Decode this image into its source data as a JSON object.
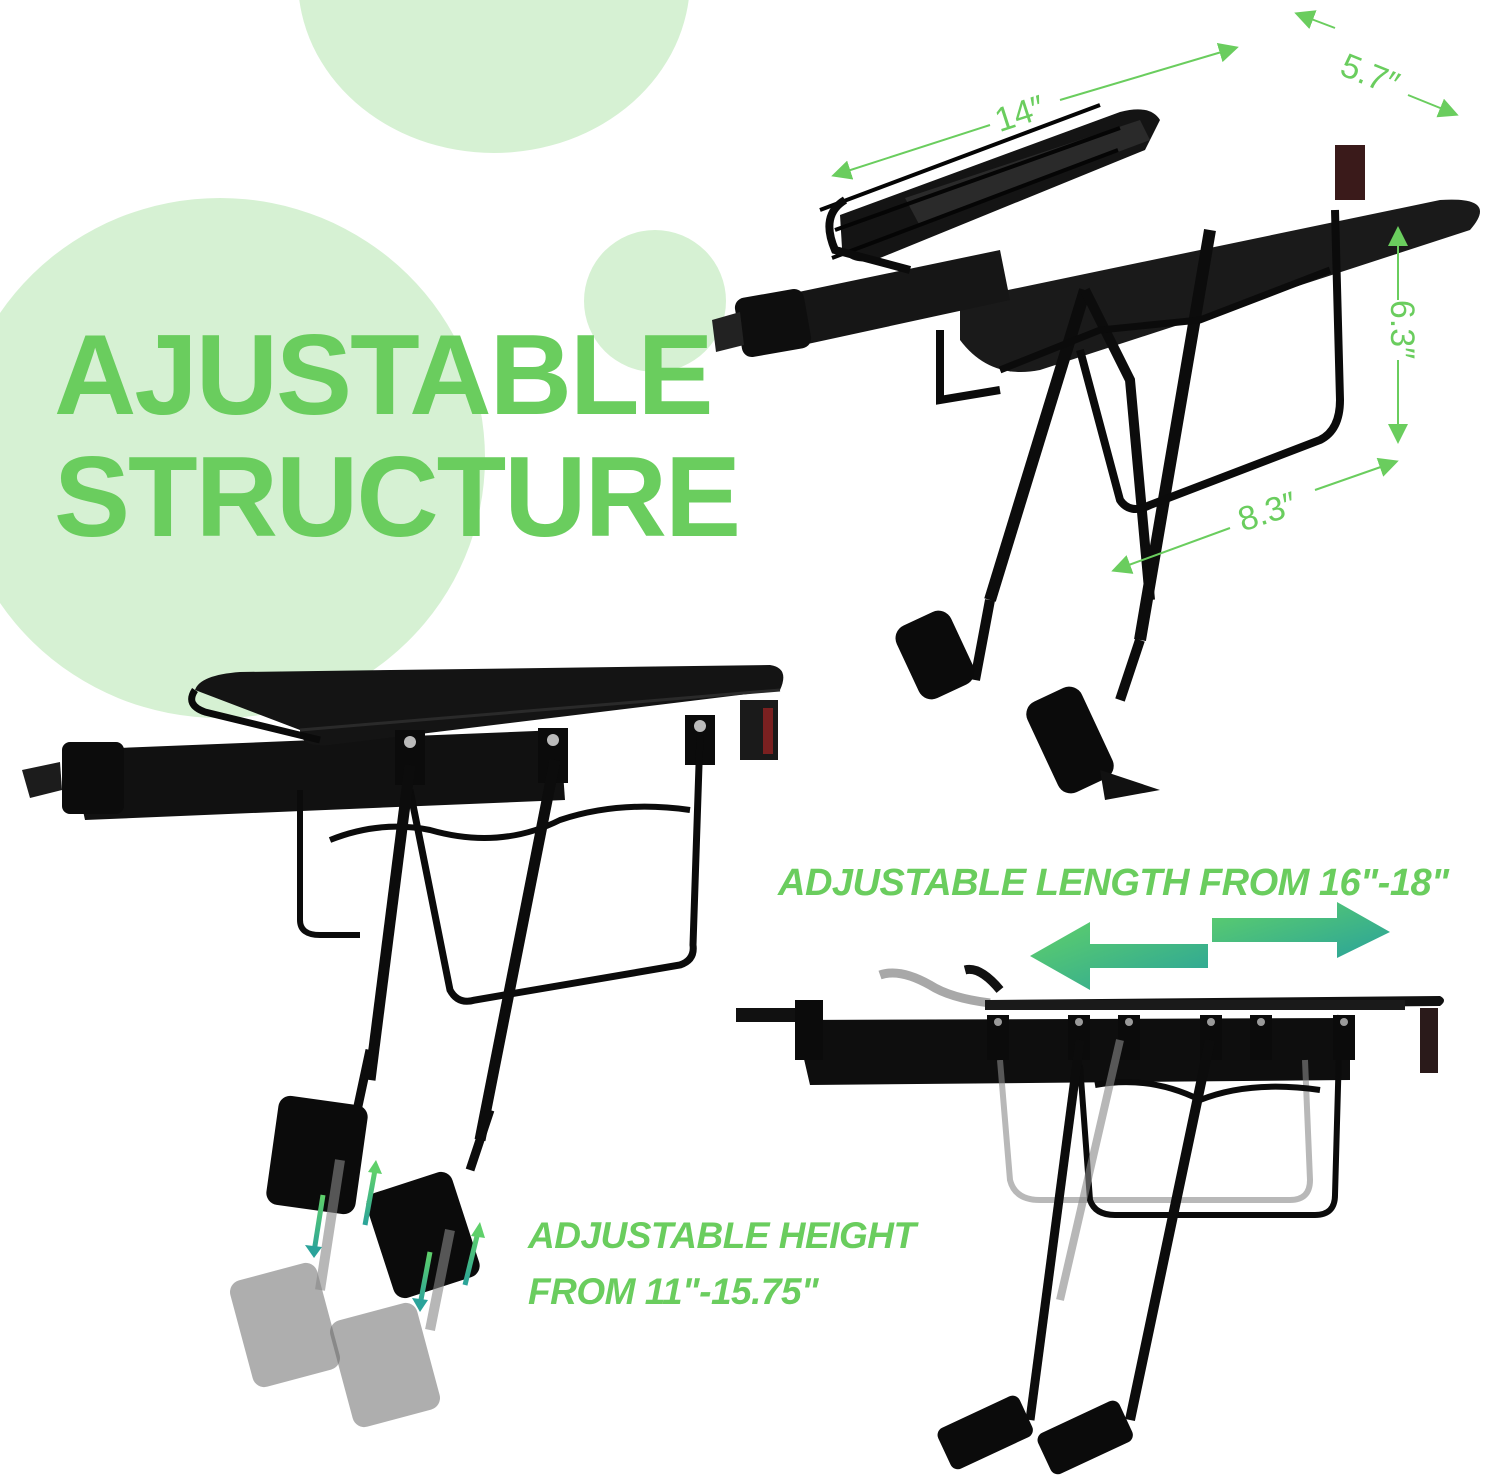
{
  "headline": {
    "line1": "AJUSTABLE",
    "line2": "STRUCTURE"
  },
  "dimensions": {
    "length": "14″",
    "width": "5.7″",
    "height": "6.3″",
    "depth": "8.3″"
  },
  "features": {
    "length": "ADJUSTABLE LENGTH FROM 16\"-18\"",
    "height_line1": "ADJUSTABLE HEIGHT",
    "height_line2": "FROM 11\"-15.75\""
  },
  "product": {
    "name": "bicycle-rear-cargo-rack",
    "views": [
      "top-right-dimensioned",
      "middle-left-height-adjust",
      "bottom-right-length-adjust"
    ]
  },
  "colors": {
    "accent_green": "#6acd5e",
    "circle_green": "#d6f1d3",
    "arrow_gradient_start": "#5fd06a",
    "arrow_gradient_end": "#2aa39a",
    "rack_black": "#111111"
  }
}
